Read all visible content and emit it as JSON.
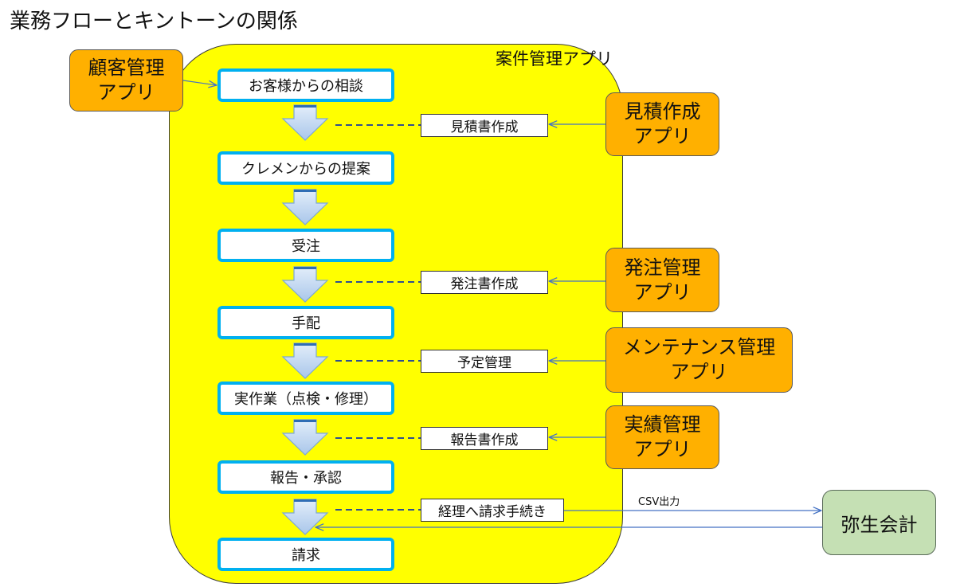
{
  "title": "業務フローとキントーンの関係",
  "project_app": {
    "label": "案件管理アプリ"
  },
  "flow_steps": [
    {
      "label": "お客様からの相談"
    },
    {
      "label": "クレメンからの提案"
    },
    {
      "label": "受注"
    },
    {
      "label": "手配"
    },
    {
      "label": "実作業（点検・修理）"
    },
    {
      "label": "報告・承認"
    },
    {
      "label": "請求"
    }
  ],
  "tasks": [
    {
      "label": "見積書作成"
    },
    {
      "label": "発注書作成"
    },
    {
      "label": "予定管理"
    },
    {
      "label": "報告書作成"
    },
    {
      "label": "経理へ請求手続き"
    }
  ],
  "apps": [
    {
      "lines": [
        "顧客管理",
        "アプリ"
      ]
    },
    {
      "lines": [
        "見積作成",
        "アプリ"
      ]
    },
    {
      "lines": [
        "発注管理",
        "アプリ"
      ]
    },
    {
      "lines": [
        "メンテナンス管理",
        "アプリ"
      ]
    },
    {
      "lines": [
        "実績管理",
        "アプリ"
      ]
    }
  ],
  "accounting": {
    "label": "弥生会計",
    "export_label": "CSV出力"
  },
  "colors": {
    "container": "#ffff00",
    "step_border": "#00b0f0",
    "app_fill": "#ffb000",
    "accounting_fill": "#c5e0b4",
    "connector": "#4472c4",
    "dashed": "#2f4f8f"
  }
}
